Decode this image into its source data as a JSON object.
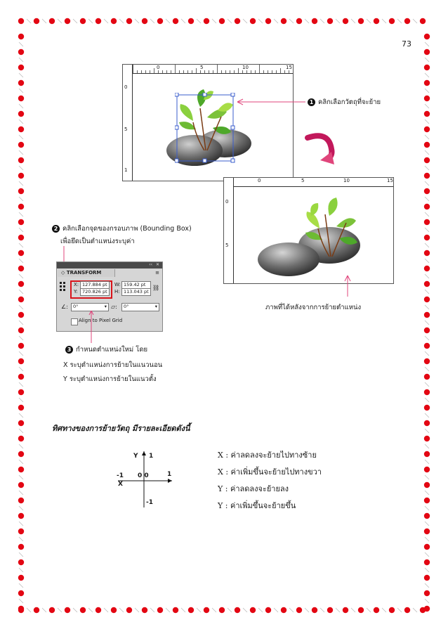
{
  "page_number": "73",
  "steps": {
    "step1": {
      "bullet": "1",
      "text": "คลิกเลือกวัตถุที่จะย้าย"
    },
    "step2": {
      "bullet": "2",
      "line1": "คลิกเลือกจุดของกรอบภาพ (Bounding Box)",
      "line2": "เพื่อยึดเป็นตำแหน่งระบุค่า"
    },
    "step3": {
      "bullet": "3",
      "line1": "กำหนดตำแหน่งใหม่   โดย",
      "line2": "X  ระบุตำแหน่งการย้ายในแนวนอน",
      "line3": "Y  ระบุตำแหน่งการย้ายในแนวตั้ง"
    },
    "after_caption": "ภาพที่ได้หลังจากการย้ายตำแหน่ง"
  },
  "ruler_top_before": [
    "0",
    "5",
    "10",
    "15"
  ],
  "ruler_left_before": [
    "0",
    "5",
    "1"
  ],
  "ruler_top_after": [
    "0",
    "5",
    "10",
    "15"
  ],
  "ruler_left_after": [
    "0",
    "5"
  ],
  "transform_panel": {
    "title": "TRANSFORM",
    "x_label": "X:",
    "x_value": "127.884 pt",
    "y_label": "Y:",
    "y_value": "720.826 pt",
    "w_label": "W:",
    "w_value": "159.42 pt",
    "h_label": "H:",
    "h_value": "113.043 pt",
    "angle_value": "0°",
    "shear_value": "0°",
    "checkbox_label": "Align to Pixel Grid",
    "checkbox_checked": false
  },
  "direction_heading": "ทิศทางของการย้ายวัตถุ  มีรายละเอียดดังนี้",
  "axes": {
    "y_pos": "1",
    "y_label": "Y",
    "x_neg": "-1",
    "x_label": "X",
    "origin": "0 0",
    "x_pos": "1",
    "y_neg": "-1"
  },
  "rules": [
    "X  :  ค่าลดลงจะย้ายไปทางซ้าย",
    "X  :  ค่าเพิ่มขึ้นจะย้ายไปทางขวา",
    "Y  :  ค่าลดลงจะย้ายลง",
    "Y  :  ค่าเพิ่มขึ้นจะย้ายขึ้น"
  ],
  "colors": {
    "border_dot": "#e30613",
    "highlight": "#d9141b",
    "pink_arrow": "#e0457b",
    "selection": "#3a5ccc"
  }
}
